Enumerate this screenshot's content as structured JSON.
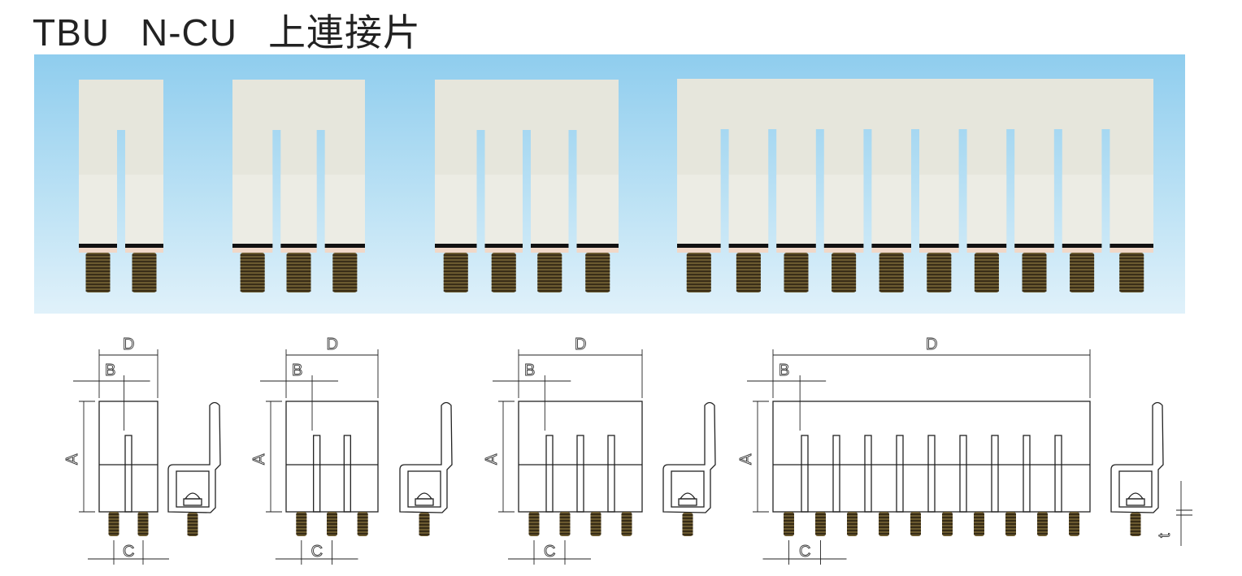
{
  "title": {
    "series": "TBU",
    "model": "N-CU",
    "name": "上連接片"
  },
  "products": [
    {
      "poles": 2
    },
    {
      "poles": 3
    },
    {
      "poles": 4
    },
    {
      "poles": 10
    }
  ],
  "dimension_labels": {
    "a": "A",
    "b": "B",
    "c": "C",
    "d": "D",
    "t": "t"
  },
  "colors": {
    "body": "#e6e6dc",
    "background_top": "#8fcdee",
    "background_bottom": "#e0f1fa",
    "thread": "#6b5a30"
  }
}
